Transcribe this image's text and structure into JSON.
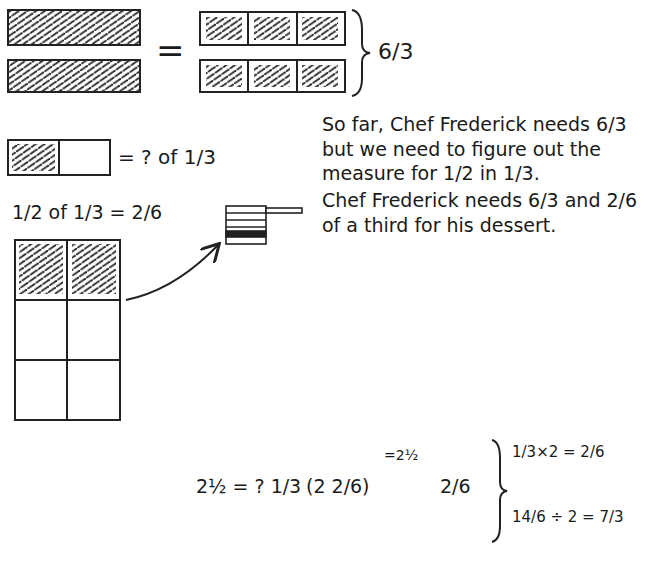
{
  "diagram": {
    "labels": [
      "=",
      "6/3",
      "= ? of 1/3",
      "1/2 of 1/3 = 2/6",
      "So far, Chef Frederick needs 6/3 but we need to figure out the measure for 1/2 in 1/3.",
      "Chef Frederick needs 6/3 and 2/6 of a third for his dessert.",
      "2½ = ? 1/3",
      "(2 2/6)",
      "=2½",
      "2/6",
      "1/3×2 = 2/6",
      "14/6 ÷ 2 = 7/3"
    ]
  }
}
